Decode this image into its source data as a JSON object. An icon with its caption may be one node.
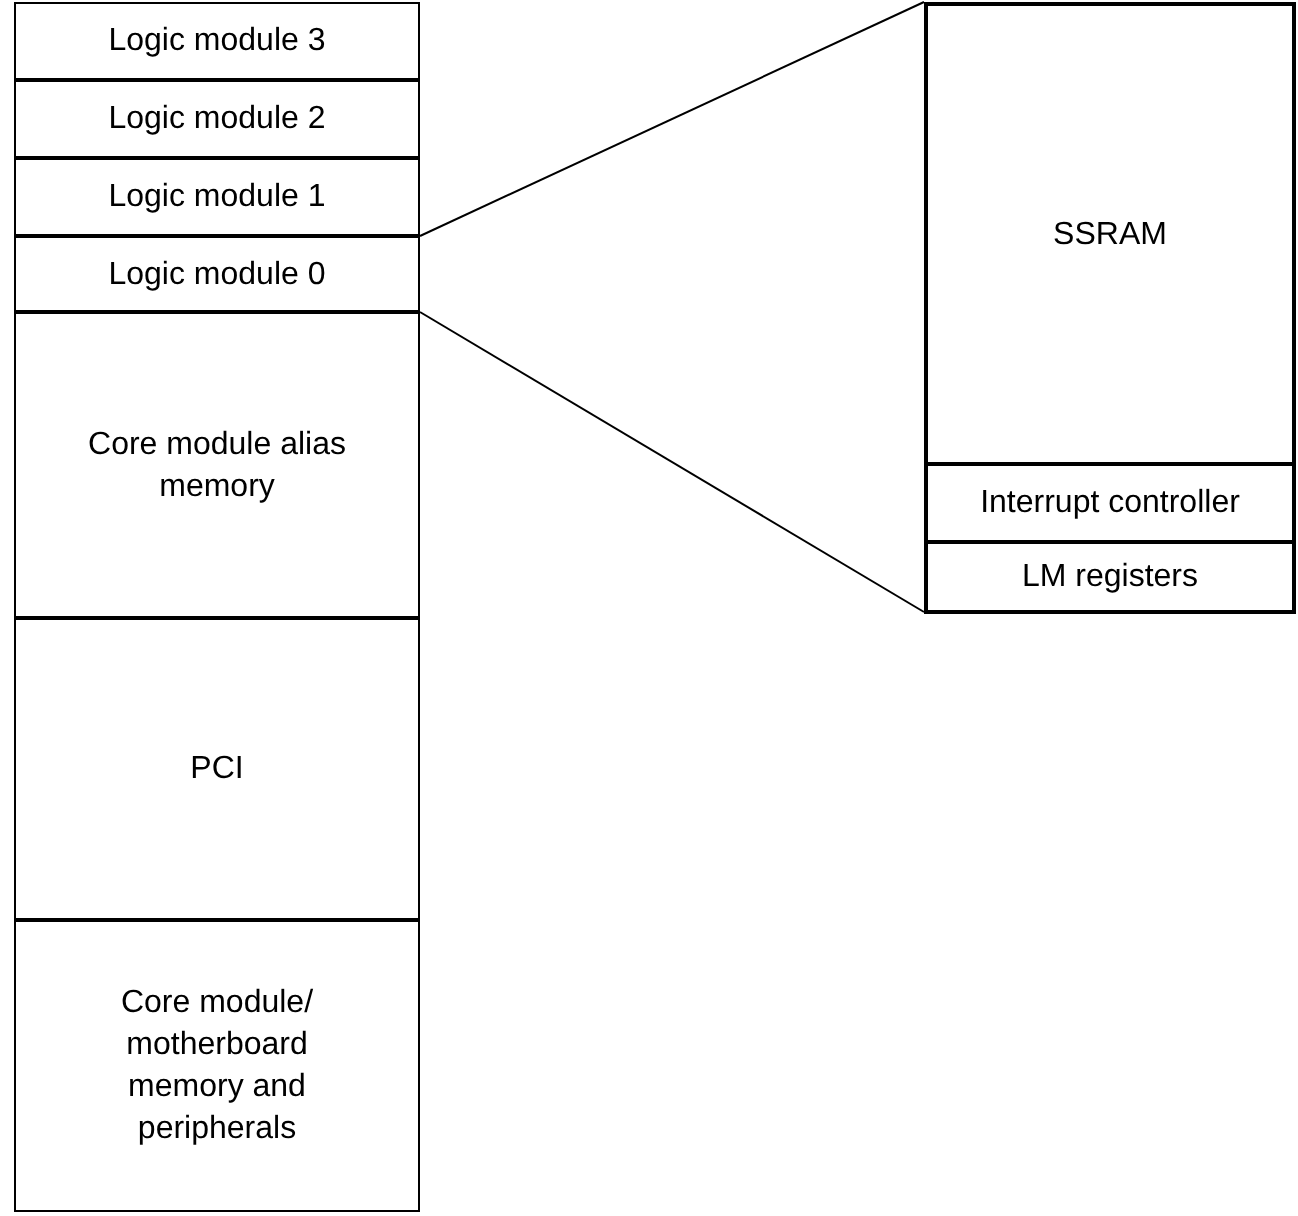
{
  "diagram": {
    "nodes": [
      {
        "text": [
          "Logic module 3"
        ]
      },
      {
        "text": [
          "Logic module 2"
        ]
      },
      {
        "text": [
          "Logic module 1"
        ]
      },
      {
        "text": [
          "Logic module 0"
        ]
      },
      {
        "text": [
          "Core module alias memory"
        ]
      },
      {
        "text": [
          "PCI"
        ]
      },
      {
        "text": [
          "Core module/ motherboard memory and peripherals"
        ]
      },
      {
        "text": [],
        "shape": "box"
      },
      {
        "text": [
          "SSRAM"
        ],
        "in": 7
      },
      {
        "text": [
          "Interrupt controller"
        ],
        "in": 7
      },
      {
        "text": [
          "LM registers"
        ],
        "in": 7
      }
    ],
    "edges": [
      {
        "from": 3,
        "to": 7,
        "arrow": "none"
      },
      {
        "from": 3,
        "to": 7,
        "arrow": "none"
      }
    ]
  }
}
